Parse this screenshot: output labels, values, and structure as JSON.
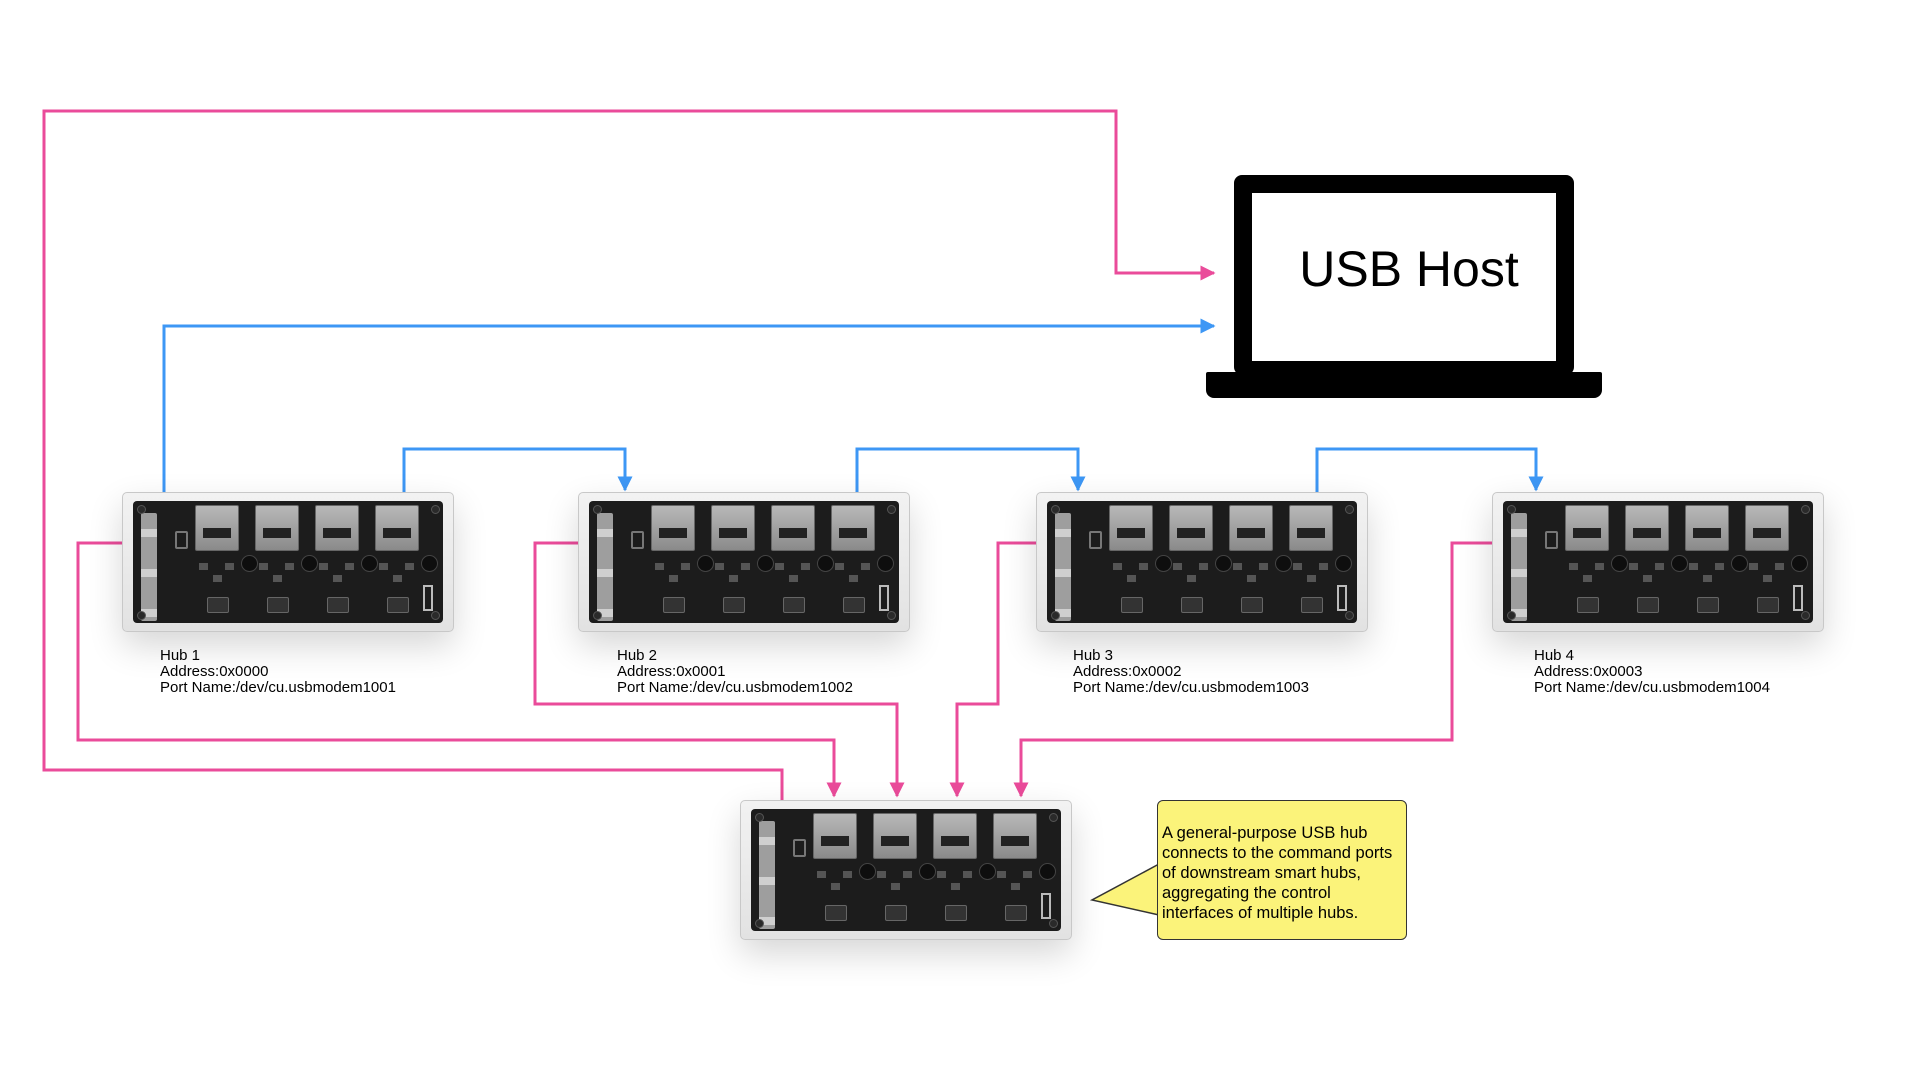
{
  "host": {
    "label": "USB Host"
  },
  "hubs": [
    {
      "name": "Hub 1",
      "address": "Address:0x0000",
      "port": "Port Name:/dev/cu.usbmodem1001"
    },
    {
      "name": "Hub 2",
      "address": "Address:0x0001",
      "port": "Port Name:/dev/cu.usbmodem1002"
    },
    {
      "name": "Hub 3",
      "address": "Address:0x0002",
      "port": "Port Name:/dev/cu.usbmodem1003"
    },
    {
      "name": "Hub 4",
      "address": "Address:0x0003",
      "port": "Port Name:/dev/cu.usbmodem1004"
    }
  ],
  "callout": {
    "text": "A general-purpose USB hub connects to the command ports of downstream smart hubs, aggregating the control interfaces of multiple hubs."
  },
  "colors": {
    "data_chain": "#3d97f5",
    "command_link": "#ea4b9a",
    "callout_fill": "#fbf37a"
  }
}
